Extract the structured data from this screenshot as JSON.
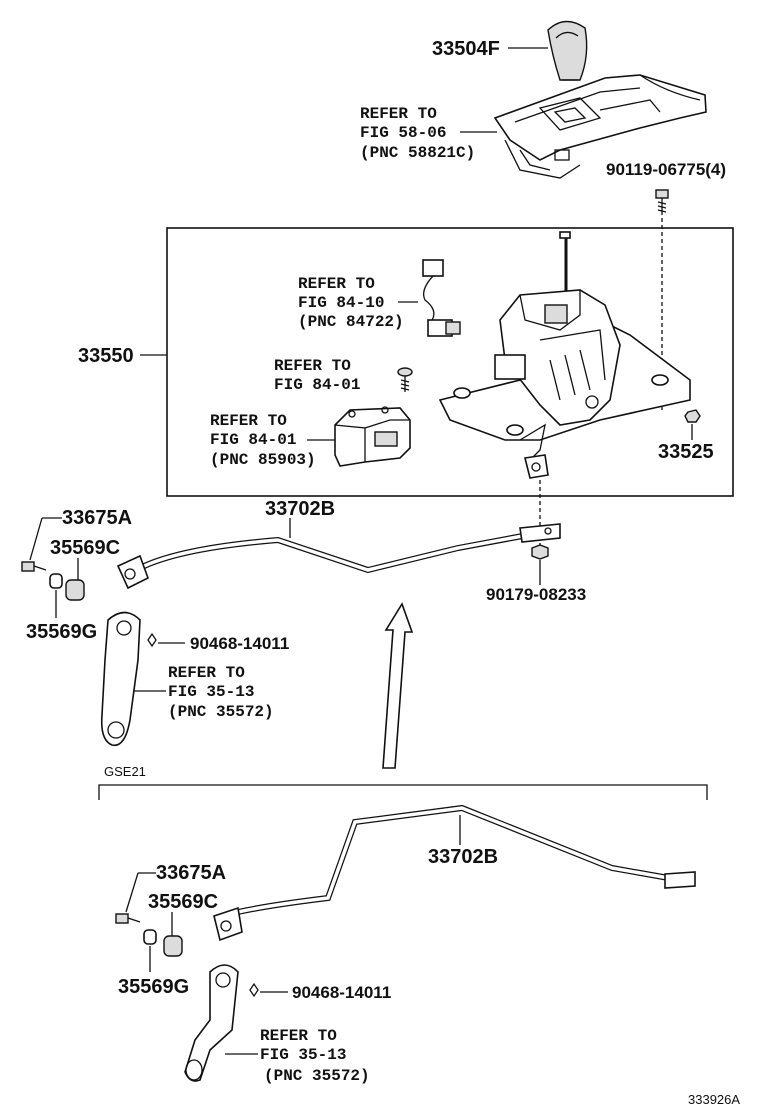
{
  "parts": {
    "knob": "33504F",
    "refer_58": [
      "REFER TO",
      "FIG 58-06",
      "(PNC 58821C)"
    ],
    "bolt_top": "90119-06775(4)",
    "refer_84_10": [
      "REFER TO",
      "FIG 84-10",
      "(PNC 84722)"
    ],
    "assembly": "33550",
    "refer_84_01a": [
      "REFER TO",
      "FIG 84-01"
    ],
    "refer_84_01b": [
      "REFER TO",
      "FIG 84-01",
      "(PNC 85903)"
    ],
    "nut": "33525",
    "cable_upper": "33702B",
    "bolt_upper": "33675A",
    "bushing_c_upper": "35569C",
    "bushing_g_upper": "35569G",
    "nut_lower": "90179-08233",
    "clip_upper": "90468-14011",
    "refer_35_upper": [
      "REFER TO",
      "FIG 35-13",
      "(PNC 35572)"
    ],
    "variant": "GSE21",
    "cable_lower": "33702B",
    "bolt_lower": "33675A",
    "bushing_c_lower": "35569C",
    "bushing_g_lower": "35569G",
    "clip_lower": "90468-14011",
    "refer_35_lower": [
      "REFER TO",
      "FIG 35-13",
      "(PNC 35572)"
    ],
    "diagram_id": "333926A"
  }
}
